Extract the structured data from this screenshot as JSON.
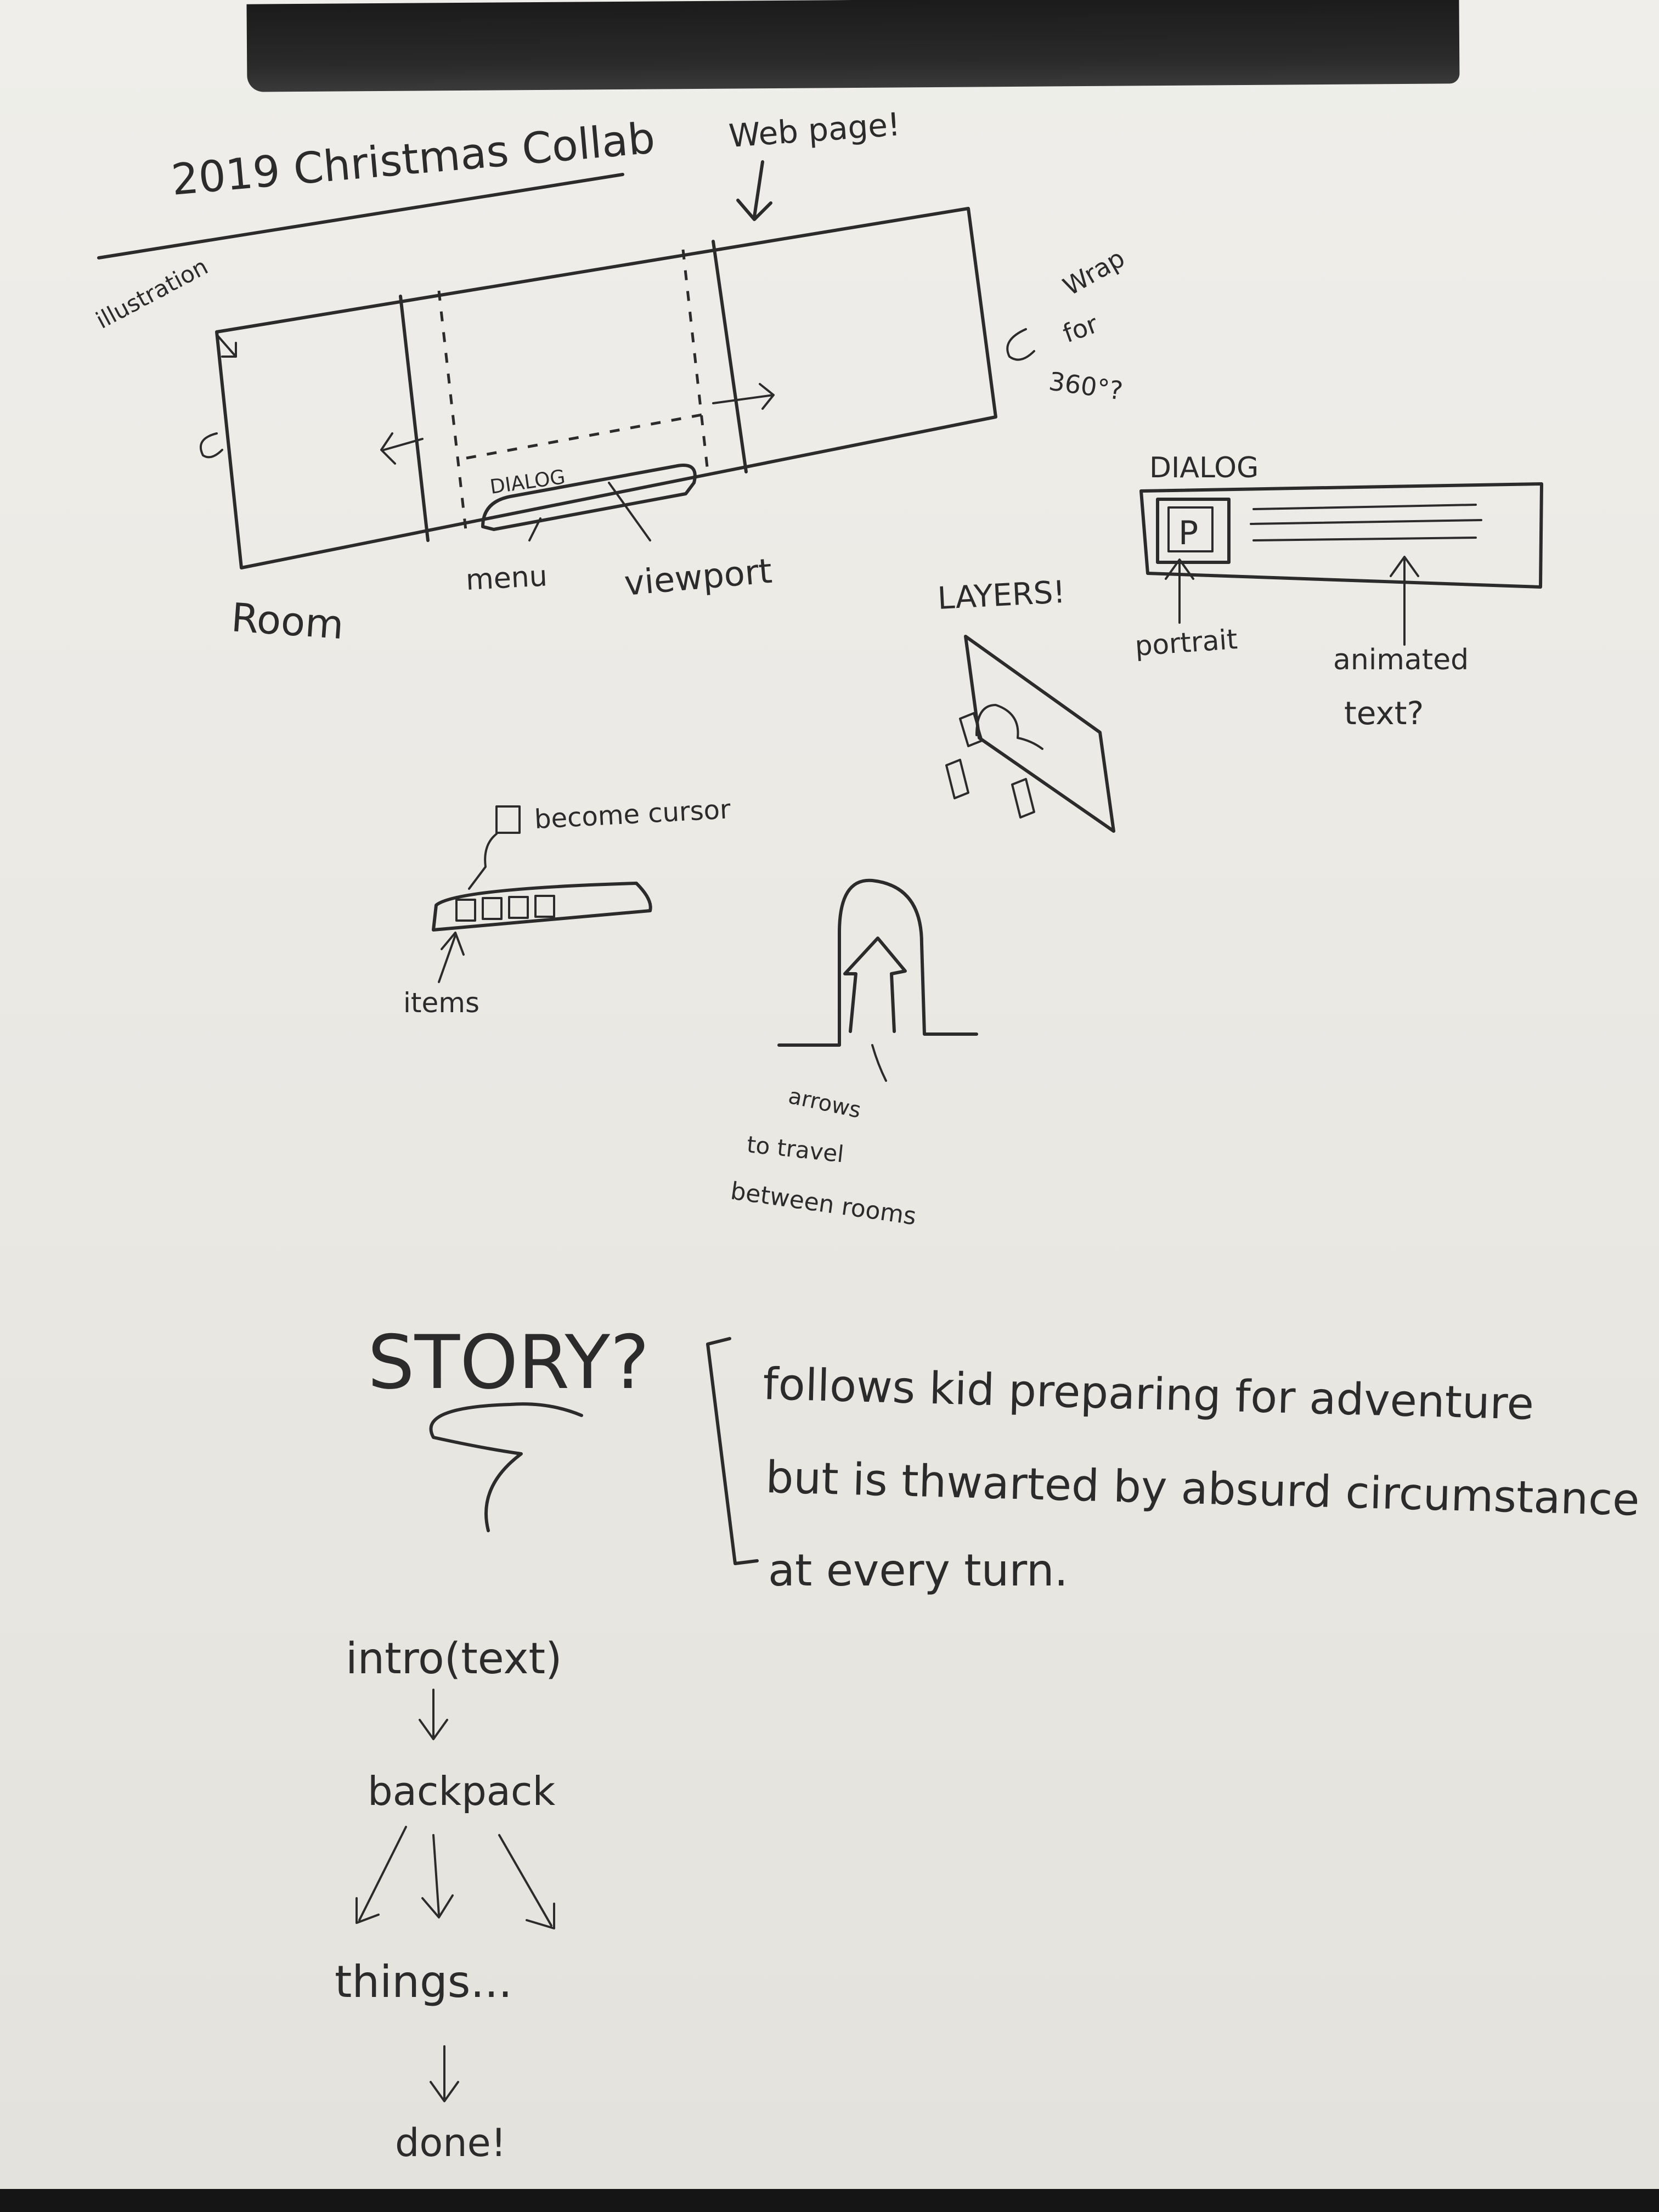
{
  "title": "2019 Christmas Collab",
  "labels": {
    "web_page": "Web page!",
    "illustration": "illustration",
    "wrap": "Wrap",
    "for": "for",
    "deg360": "360°?",
    "dialog_small": "DIALOG",
    "menu": "menu",
    "viewport": "viewport",
    "room": "Room",
    "dialog": "DIALOG",
    "portrait_box": "P",
    "portrait": "portrait",
    "animated": "animated",
    "text_q": "text?",
    "layers": "LAYERS!",
    "become_cursor": "become cursor",
    "items": "items",
    "arrows1": "arrows",
    "arrows2": "to travel",
    "arrows3": "between rooms"
  },
  "story": {
    "heading": "STORY?",
    "line1": "follows kid preparing for adventure",
    "line2": "but is thwarted by absurd circumstance",
    "line3": "at every turn."
  },
  "flow": {
    "step1": "intro(text)",
    "step2": "backpack",
    "step3": "things...",
    "step4": "done!"
  }
}
